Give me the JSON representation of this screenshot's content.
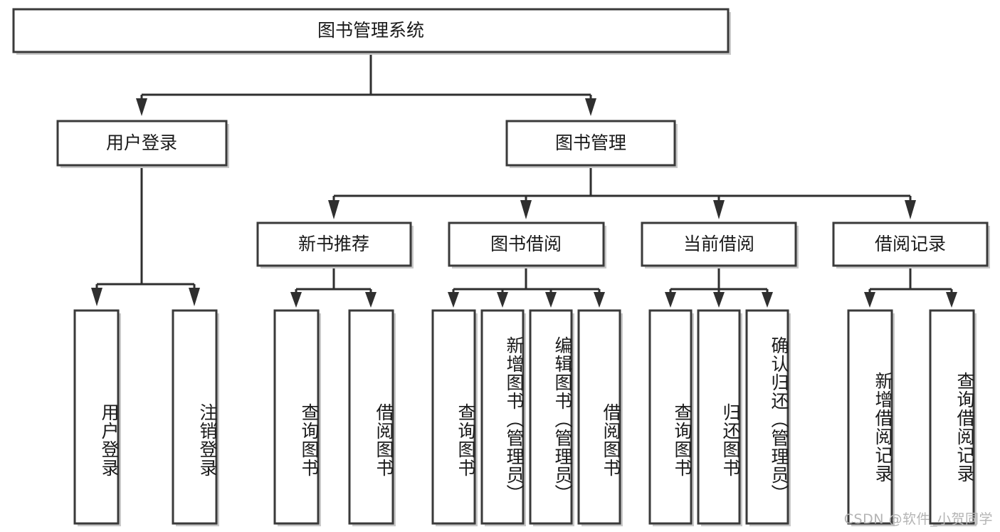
{
  "diagram": {
    "title": "图书管理系统",
    "type": "tree",
    "orientation": "top-down",
    "colors": {
      "box_fill": "#ffffff",
      "box_stroke": "#3a3a3a",
      "edge": "#2f2f2f",
      "text": "#1a1a1a",
      "shadow": "#c9c9c9",
      "watermark": "#b4b4b4",
      "background": "#ffffff"
    },
    "root": {
      "label": "图书管理系统"
    },
    "level2": [
      {
        "label": "用户登录"
      },
      {
        "label": "图书管理"
      }
    ],
    "level3": [
      {
        "label": "新书推荐"
      },
      {
        "label": "图书借阅"
      },
      {
        "label": "当前借阅"
      },
      {
        "label": "借阅记录"
      }
    ],
    "leaves": {
      "user_login": [
        {
          "label": "用户登录"
        },
        {
          "label": "注销登录"
        }
      ],
      "new_book_recommend": [
        {
          "label": "查询图书"
        },
        {
          "label": "借阅图书"
        }
      ],
      "book_borrow": [
        {
          "label": "查询图书"
        },
        {
          "label": "新增图书（管理员）"
        },
        {
          "label": "编辑图书（管理员）"
        },
        {
          "label": "借阅图书"
        }
      ],
      "current_borrow": [
        {
          "label": "查询图书"
        },
        {
          "label": "归还图书"
        },
        {
          "label": "确认归还（管理员）"
        }
      ],
      "borrow_record": [
        {
          "label": "新增借阅记录"
        },
        {
          "label": "查询借阅记录"
        }
      ]
    }
  },
  "watermark": {
    "text": "CSDN @软件_小贺同学"
  }
}
